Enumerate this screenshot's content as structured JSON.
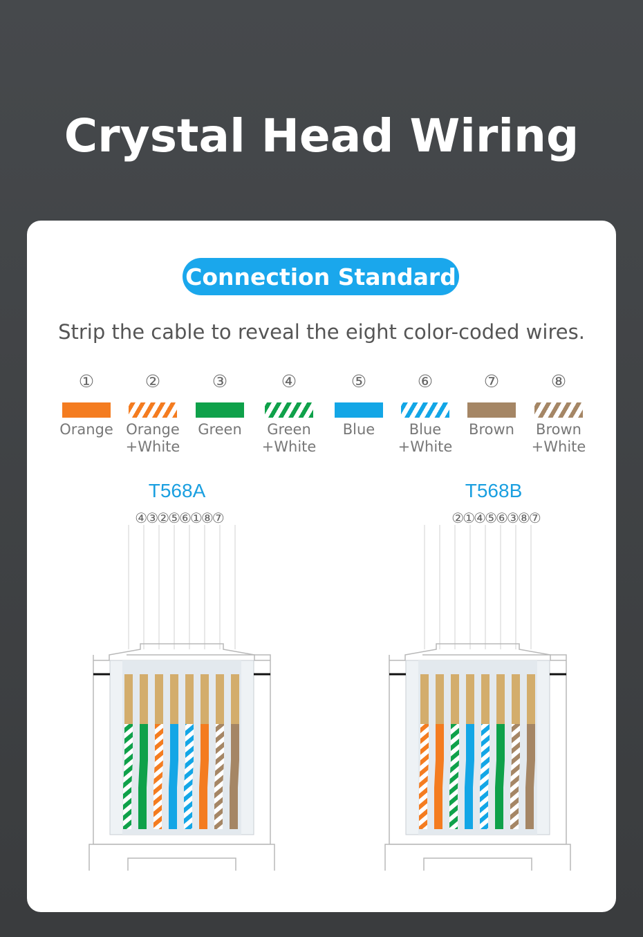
{
  "title": "Crystal Head Wiring",
  "badge": "Connection Standard",
  "subtitle": "Strip the cable to reveal the eight color-coded wires.",
  "wires": [
    {
      "num": "①",
      "label": "Orange",
      "color": "#f47c20",
      "striped": false
    },
    {
      "num": "②",
      "label": "Orange\n+White",
      "color": "#f47c20",
      "striped": true
    },
    {
      "num": "③",
      "label": "Green",
      "color": "#0fa14a",
      "striped": false
    },
    {
      "num": "④",
      "label": "Green\n+White",
      "color": "#0fa14a",
      "striped": true
    },
    {
      "num": "⑤",
      "label": "Blue",
      "color": "#13a6e6",
      "striped": false
    },
    {
      "num": "⑥",
      "label": "Blue\n+White",
      "color": "#13a6e6",
      "striped": true
    },
    {
      "num": "⑦",
      "label": "Brown",
      "color": "#a58665",
      "striped": false
    },
    {
      "num": "⑧",
      "label": "Brown\n+White",
      "color": "#a58665",
      "striped": true
    }
  ],
  "standards": [
    {
      "name": "T568A",
      "sequence_label": "④③②⑤⑥①⑧⑦",
      "order": [
        4,
        3,
        2,
        5,
        6,
        1,
        8,
        7
      ]
    },
    {
      "name": "T568B",
      "sequence_label": "②①④⑤⑥③⑧⑦",
      "order": [
        2,
        1,
        4,
        5,
        6,
        3,
        8,
        7
      ]
    }
  ],
  "colors": {
    "accent": "#1aa7ec",
    "pin_gold": "#d3ad6c"
  }
}
